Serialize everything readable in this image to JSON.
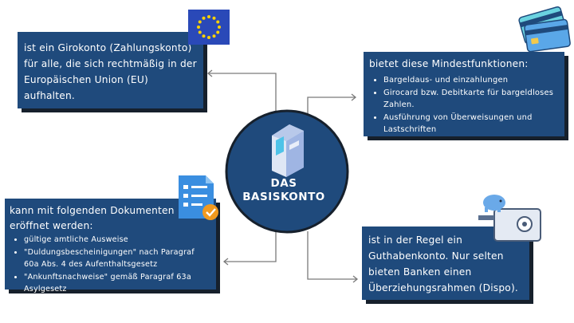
{
  "center": {
    "line1": "DAS",
    "line2": "BASISKONTO"
  },
  "top_left": {
    "text": "ist ein Girokonto (Zahlungskonto) für alle, die sich rechtmäßig in der Europäischen Union (EU) aufhalten."
  },
  "top_right": {
    "intro": "bietet diese Mindestfunktionen:",
    "items": [
      "Bargeldaus- und einzahlungen",
      "Girocard bzw. Debitkarte für bargeldloses Zahlen.",
      "Ausführung von Überweisungen und Lastschriften"
    ]
  },
  "bottom_left": {
    "intro": "kann mit folgenden Dokumenten eröffnet werden:",
    "items": [
      "gültige amtliche Ausweise",
      "\"Duldungsbescheinigungen\" nach Paragraf 60a Abs. 4 des Aufenthaltsgesetz",
      "\"Ankunftsnachweise\" gemäß Paragraf 63a Asylgesetz"
    ]
  },
  "bottom_right": {
    "text": "ist in der Regel ein Guthabenkonto. Nur selten bieten Banken einen Überziehungsrahmen (Dispo)."
  },
  "colors": {
    "card_bg": "#1f4a7c",
    "card_shadow": "#16202c",
    "connector": "#7a7a7a",
    "eu_flag": "#2a49b8",
    "eu_stars": "#ffd200"
  },
  "icons": {
    "top_left": "eu-flag-icon",
    "top_right": "bank-cards-icon",
    "bottom_left": "document-checklist-icon",
    "bottom_right": "piggy-bank-safe-icon",
    "center": "atm-icon"
  }
}
